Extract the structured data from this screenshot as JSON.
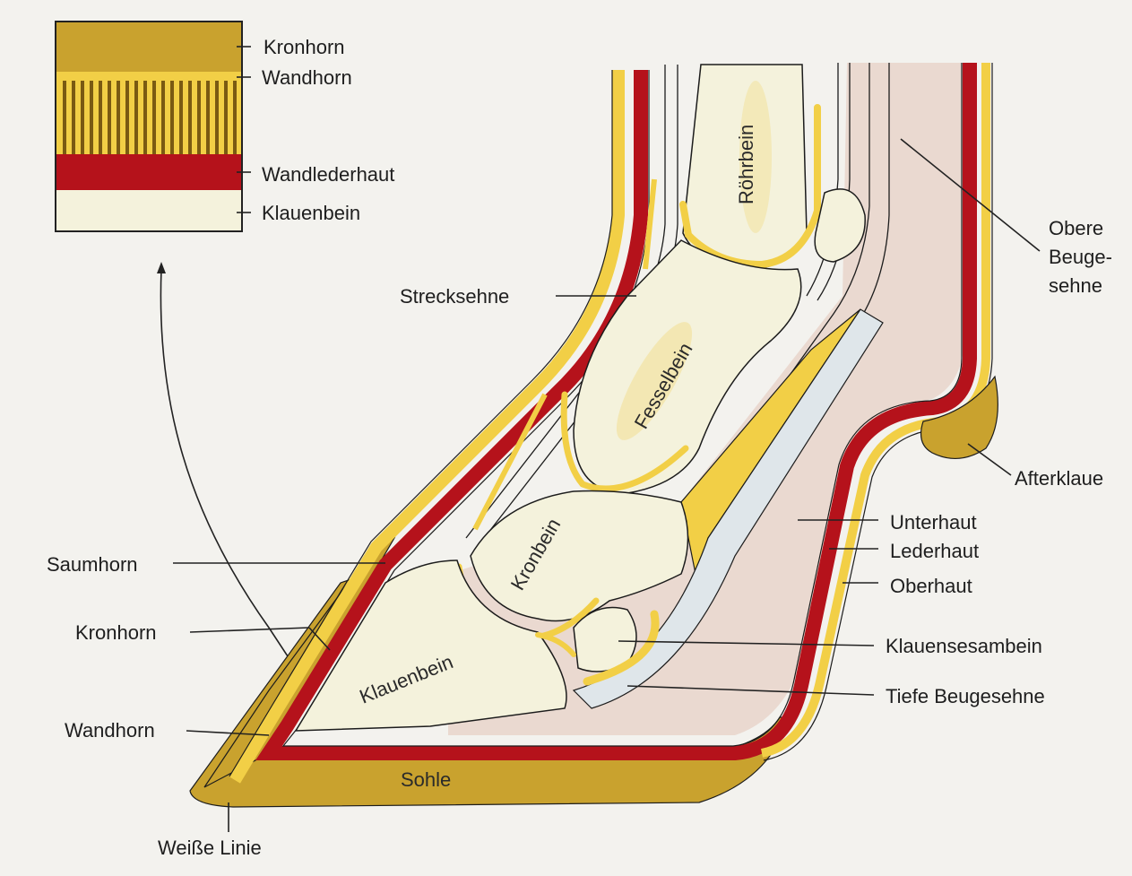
{
  "inset": {
    "labels": {
      "kronhorn": "Kronhorn",
      "wandhorn": "Wandhorn",
      "wandlederhaut": "Wandlederhaut",
      "klauenbein": "Klauenbein"
    }
  },
  "labels": {
    "obere_beugesehne_1": "Obere",
    "obere_beugesehne_2": "Beuge-",
    "obere_beugesehne_3": "sehne",
    "strecksehne": "Strecksehne",
    "afterklaue": "Afterklaue",
    "unterhaut": "Unterhaut",
    "lederhaut": "Lederhaut",
    "oberhaut": "Oberhaut",
    "klauensesambein": "Klauensesambein",
    "tiefe_beugesehne": "Tiefe Beugesehne",
    "saumhorn": "Saumhorn",
    "kronhorn": "Kronhorn",
    "wandhorn": "Wandhorn",
    "weisse_linie": "Weiße Linie"
  },
  "bone_labels": {
    "roehrbein": "Röhrbein",
    "fesselbein": "Fesselbein",
    "kronbein": "Kronbein",
    "klauenbein": "Klauenbein",
    "sohle": "Sohle"
  },
  "colors": {
    "background": "#f3f2ee",
    "bone": "#f4f2dc",
    "skin_pink": "#ead9d0",
    "lederhaut_red": "#b5121b",
    "oberhaut_yellow": "#f2cf46",
    "horn_gold": "#c9a22e"
  }
}
